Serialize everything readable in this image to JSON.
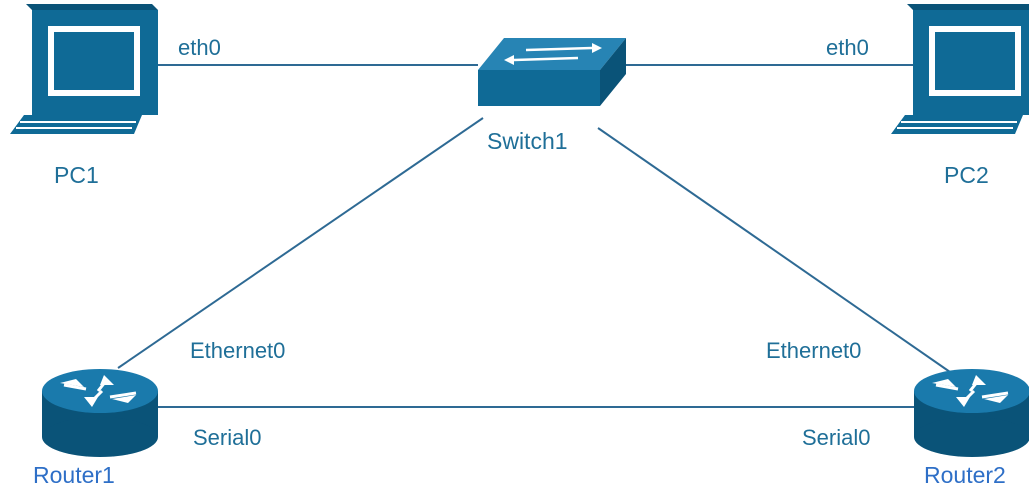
{
  "colors": {
    "device_fill": "#0f6a96",
    "device_dark": "#0a5378",
    "link_line": "#2e6a94",
    "label_text": "#1f6f98",
    "router_label_text": "#2e6fc7"
  },
  "nodes": {
    "pc1": {
      "label": "PC1",
      "icon": "pc-icon"
    },
    "pc2": {
      "label": "PC2",
      "icon": "pc-icon"
    },
    "switch1": {
      "label": "Switch1",
      "icon": "switch-icon"
    },
    "router1": {
      "label": "Router1",
      "icon": "router-icon"
    },
    "router2": {
      "label": "Router2",
      "icon": "router-icon"
    }
  },
  "interfaces": {
    "pc1_eth": "eth0",
    "pc2_eth": "eth0",
    "router1_ethernet": "Ethernet0",
    "router2_ethernet": "Ethernet0",
    "router1_serial": "Serial0",
    "router2_serial": "Serial0"
  },
  "links": [
    {
      "from": "PC1",
      "to": "Switch1"
    },
    {
      "from": "Switch1",
      "to": "PC2"
    },
    {
      "from": "Switch1",
      "to": "Router1"
    },
    {
      "from": "Switch1",
      "to": "Router2"
    },
    {
      "from": "Router1",
      "to": "Router2"
    }
  ]
}
